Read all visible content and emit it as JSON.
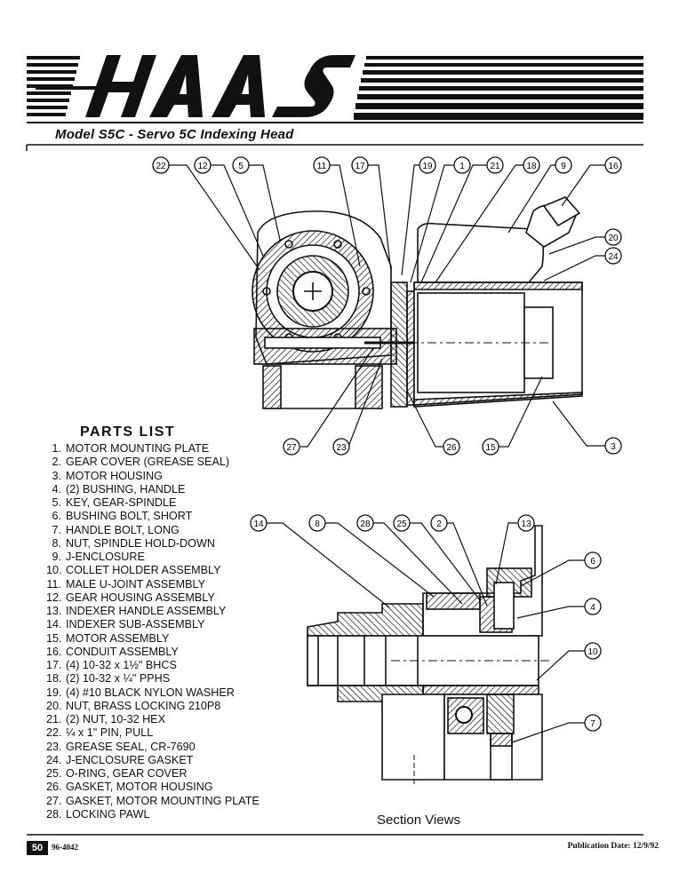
{
  "header": {
    "brand": "HAAS",
    "model_title": "Model S5C - Servo 5C Indexing Head"
  },
  "parts_list": {
    "title": "PARTS LIST",
    "items": [
      {
        "num": "1.",
        "text": "MOTOR MOUNTING PLATE"
      },
      {
        "num": "2.",
        "text": "GEAR COVER (GREASE SEAL)"
      },
      {
        "num": "3.",
        "text": "MOTOR HOUSING"
      },
      {
        "num": "4.",
        "text": "(2) BUSHING, HANDLE"
      },
      {
        "num": "5.",
        "text": "KEY, GEAR-SPINDLE"
      },
      {
        "num": "6.",
        "text": "BUSHING BOLT, SHORT"
      },
      {
        "num": "7.",
        "text": "HANDLE BOLT, LONG"
      },
      {
        "num": "8.",
        "text": "NUT, SPINDLE HOLD-DOWN"
      },
      {
        "num": "9.",
        "text": "J-ENCLOSURE"
      },
      {
        "num": "10.",
        "text": "COLLET HOLDER ASSEMBLY"
      },
      {
        "num": "11.",
        "text": "MALE U-JOINT ASSEMBLY"
      },
      {
        "num": "12.",
        "text": "GEAR HOUSING ASSEMBLY"
      },
      {
        "num": "13.",
        "text": "INDEXER HANDLE ASSEMBLY"
      },
      {
        "num": "14.",
        "text": "INDEXER SUB-ASSEMBLY"
      },
      {
        "num": "15.",
        "text": "MOTOR ASSEMBLY"
      },
      {
        "num": "16.",
        "text": "CONDUIT ASSEMBLY"
      },
      {
        "num": "17.",
        "text": "(4) 10-32 x 1½\" BHCS"
      },
      {
        "num": "18.",
        "text": "(2) 10-32 x ¼\" PPHS"
      },
      {
        "num": "19.",
        "text": "(4) #10 BLACK NYLON WASHER"
      },
      {
        "num": "20.",
        "text": "NUT, BRASS LOCKING 210P8"
      },
      {
        "num": "21.",
        "text": "(2) NUT, 10-32 HEX"
      },
      {
        "num": "22.",
        "text": "¼ x 1\" PIN, PULL"
      },
      {
        "num": "23.",
        "text": "GREASE SEAL, CR-7690"
      },
      {
        "num": "24.",
        "text": "J-ENCLOSURE GASKET"
      },
      {
        "num": "25.",
        "text": "O-RING, GEAR COVER"
      },
      {
        "num": "26.",
        "text": "GASKET, MOTOR HOUSING"
      },
      {
        "num": "27.",
        "text": "GASKET, MOTOR MOUNTING PLATE"
      },
      {
        "num": "28.",
        "text": "LOCKING PAWL"
      }
    ]
  },
  "diagram_top": {
    "callouts_top_row": [
      "22",
      "12",
      "5",
      "11",
      "17",
      "19",
      "1",
      "21",
      "18",
      "9",
      "16"
    ],
    "callouts_right": [
      "20",
      "24"
    ],
    "callouts_bottom": [
      "27",
      "23",
      "26",
      "15",
      "3"
    ]
  },
  "diagram_bottom": {
    "callouts_top_row": [
      "14",
      "8",
      "28",
      "25",
      "2",
      "13"
    ],
    "callouts_right": [
      "6",
      "4",
      "10",
      "7"
    ],
    "caption": "Section Views"
  },
  "footer": {
    "page_number": "50",
    "doc_number": "96-4042",
    "publication_date": "Publication Date: 12/9/92"
  }
}
